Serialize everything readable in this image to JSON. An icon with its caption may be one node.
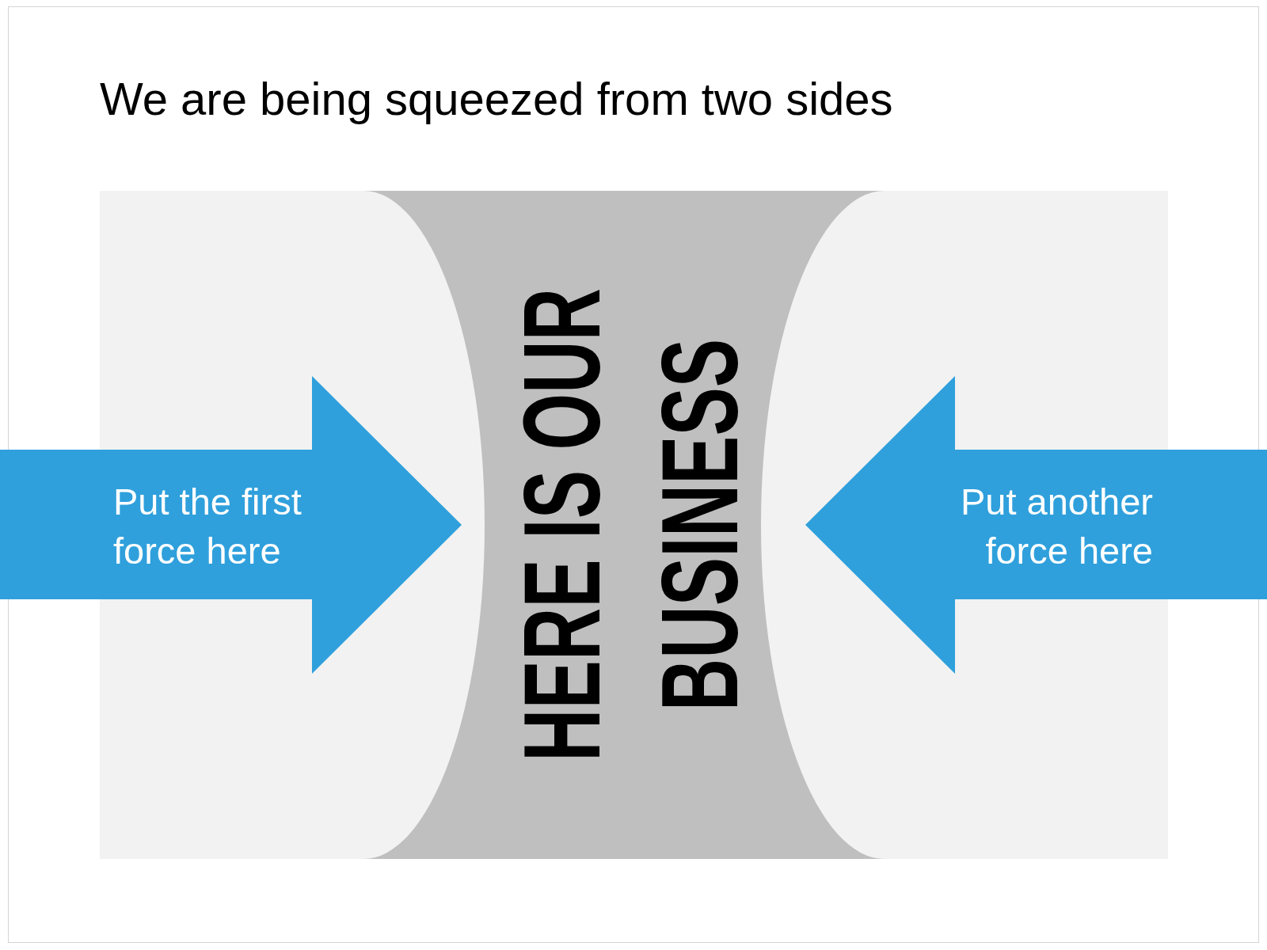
{
  "diagram": {
    "title": "We are being squeezed from two sides",
    "nodes": [
      {
        "text": [
          "Put the first force here"
        ]
      },
      {
        "text": [
          "HERE IS OUR BUSINESS"
        ]
      },
      {
        "text": [
          "Put another force here"
        ]
      }
    ]
  }
}
